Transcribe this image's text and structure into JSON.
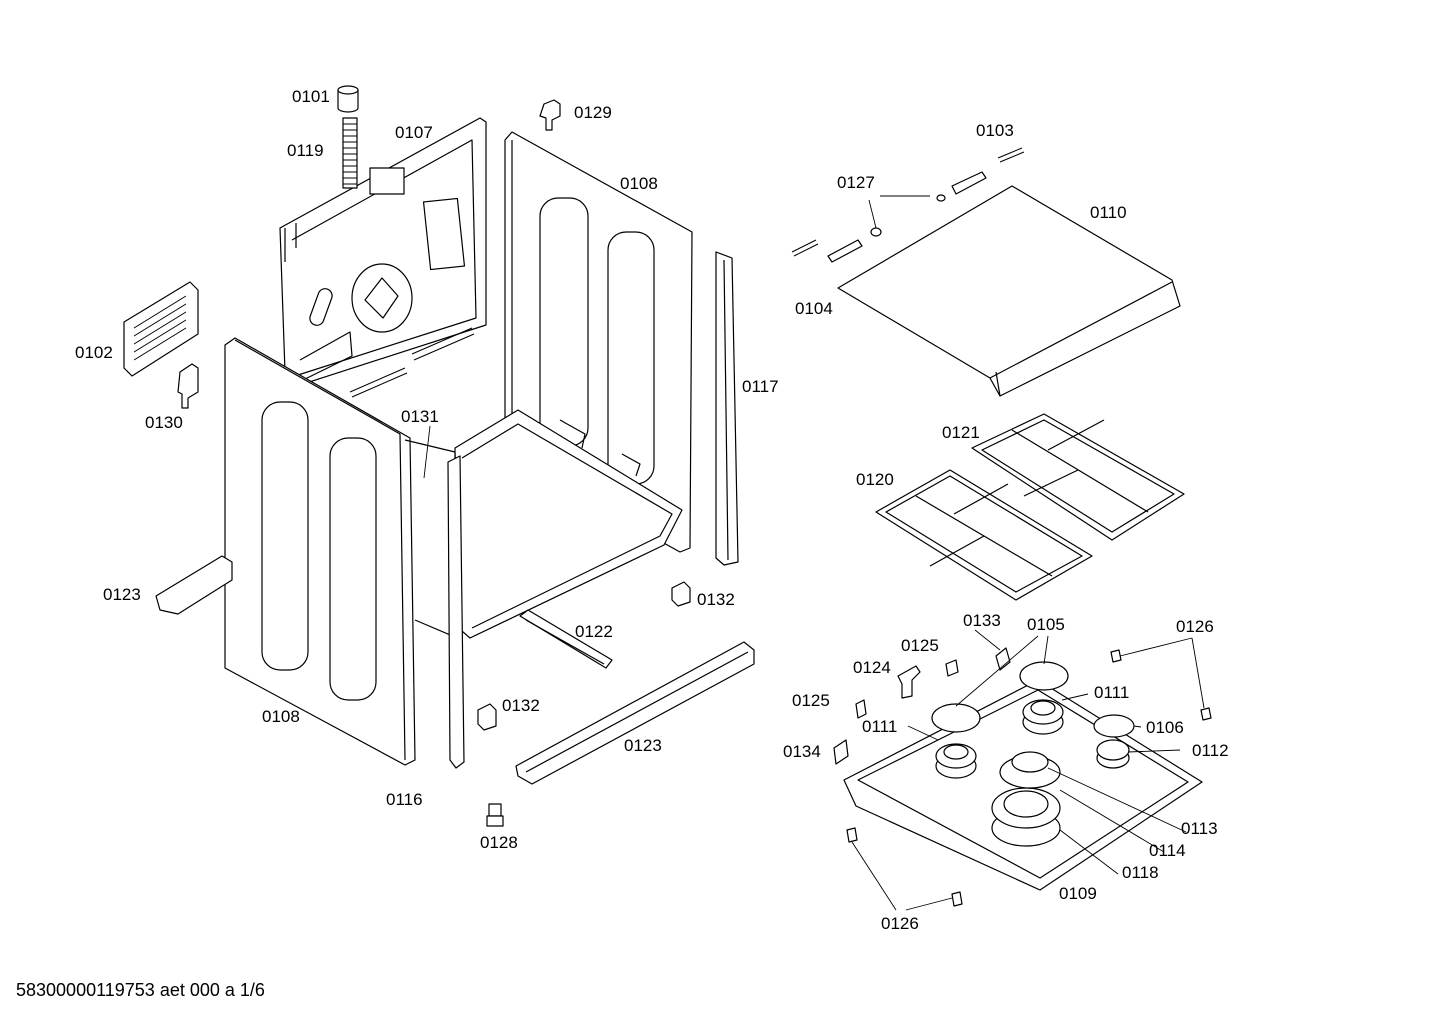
{
  "parts": {
    "p0101": "0101",
    "p0102": "0102",
    "p0103": "0103",
    "p0104": "0104",
    "p0105": "0105",
    "p0106": "0106",
    "p0107": "0107",
    "p0108_back": "0108",
    "p0108_front": "0108",
    "p0109": "0109",
    "p0110": "0110",
    "p0111_a": "0111",
    "p0111_b": "0111",
    "p0112": "0112",
    "p0113": "0113",
    "p0114": "0114",
    "p0116": "0116",
    "p0117": "0117",
    "p0118": "0118",
    "p0119": "0119",
    "p0120": "0120",
    "p0121": "0121",
    "p0122": "0122",
    "p0123_a": "0123",
    "p0123_b": "0123",
    "p0124": "0124",
    "p0125_a": "0125",
    "p0125_b": "0125",
    "p0126_a": "0126",
    "p0126_b": "0126",
    "p0127": "0127",
    "p0128": "0128",
    "p0129": "0129",
    "p0130": "0130",
    "p0131": "0131",
    "p0132_a": "0132",
    "p0132_b": "0132",
    "p0133": "0133",
    "p0134": "0134"
  },
  "footer": "58300000119753 aet 000 a 1/6"
}
